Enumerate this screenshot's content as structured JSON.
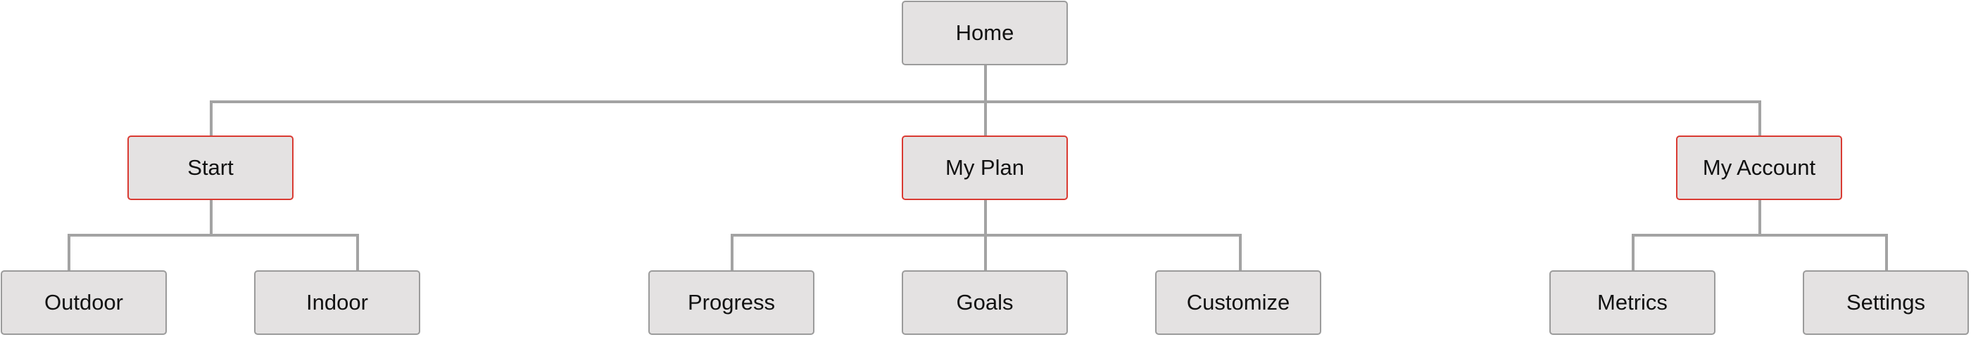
{
  "nodes": {
    "home": {
      "label": "Home"
    },
    "start": {
      "label": "Start"
    },
    "my_plan": {
      "label": "My Plan"
    },
    "my_account": {
      "label": "My Account"
    },
    "outdoor": {
      "label": "Outdoor"
    },
    "indoor": {
      "label": "Indoor"
    },
    "progress": {
      "label": "Progress"
    },
    "goals": {
      "label": "Goals"
    },
    "customize": {
      "label": "Customize"
    },
    "metrics": {
      "label": "Metrics"
    },
    "settings": {
      "label": "Settings"
    }
  },
  "colors": {
    "node_fill": "#e4e2e2",
    "node_border": "#9b9b9b",
    "highlight_border": "#d93a32",
    "connector": "#a3a3a3"
  }
}
